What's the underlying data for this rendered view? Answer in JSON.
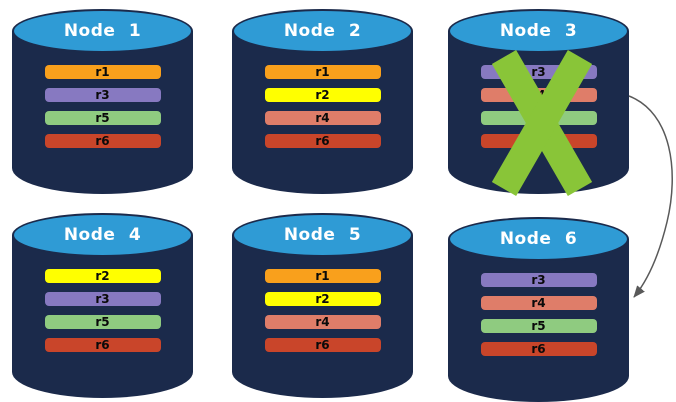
{
  "diagram": {
    "nodes": [
      {
        "label": "Node 1",
        "replicas": [
          "r1",
          "r3",
          "r5",
          "r6"
        ],
        "failed": false
      },
      {
        "label": "Node 2",
        "replicas": [
          "r1",
          "r2",
          "r4",
          "r6"
        ],
        "failed": false
      },
      {
        "label": "Node 3",
        "replicas": [
          "r3",
          "r4",
          "r5",
          "r6"
        ],
        "failed": true
      },
      {
        "label": "Node 4",
        "replicas": [
          "r2",
          "r3",
          "r5",
          "r6"
        ],
        "failed": false
      },
      {
        "label": "Node 5",
        "replicas": [
          "r1",
          "r2",
          "r4",
          "r6"
        ],
        "failed": false
      },
      {
        "label": "Node 6",
        "replicas": [
          "r3",
          "r4",
          "r5",
          "r6"
        ],
        "failed": false
      }
    ],
    "replica_colors": {
      "r1": "#F9A01C",
      "r2": "#FFFF00",
      "r3": "#8779C1",
      "r4": "#DF7D69",
      "r5": "#8FCB80",
      "r6": "#C9452A"
    },
    "colors": {
      "cylinder_body": "#1B2A4B",
      "cylinder_top": "#2F9BD5",
      "failure_x": "#89C538",
      "arrow": "#595959",
      "node_label_text": "#FFFFFF",
      "replica_text": "#0A0A0A"
    },
    "arrow": {
      "from": "Node 3",
      "to": "Node 6"
    }
  }
}
